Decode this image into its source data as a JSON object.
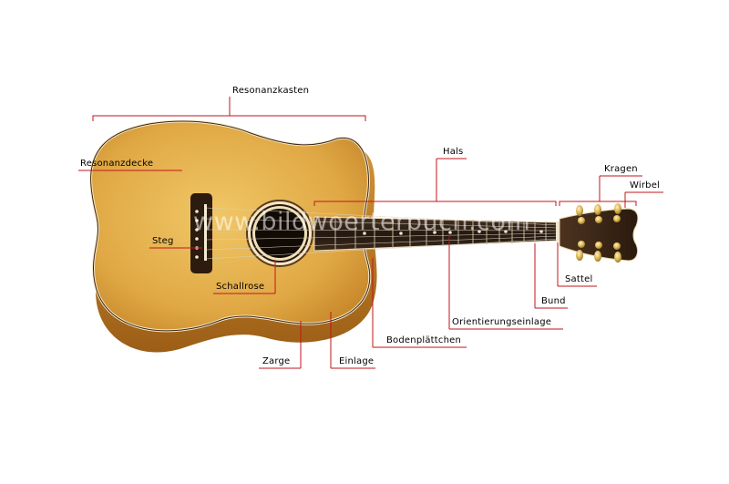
{
  "labels": {
    "resonanzkasten": "Resonanzkasten",
    "resonanzdecke": "Resonanzdecke",
    "hals": "Hals",
    "kragen": "Kragen",
    "wirbel": "Wirbel",
    "steg": "Steg",
    "schallrose": "Schallrose",
    "sattel": "Sattel",
    "bund": "Bund",
    "orientierungseinlage": "Orientierungseinlage",
    "bodenplaettchen": "Bodenplättchen",
    "zarge": "Zarge",
    "einlage": "Einlage"
  },
  "watermark": "www.bildwoerterbuch.com",
  "colors": {
    "leader": "#c2151b",
    "top_wood": "#e2ad4a",
    "side_wood": "#b77a1e",
    "fingerboard": "#2b1d14",
    "headstock": "#3a2616",
    "tuner": "#d8b04a"
  }
}
